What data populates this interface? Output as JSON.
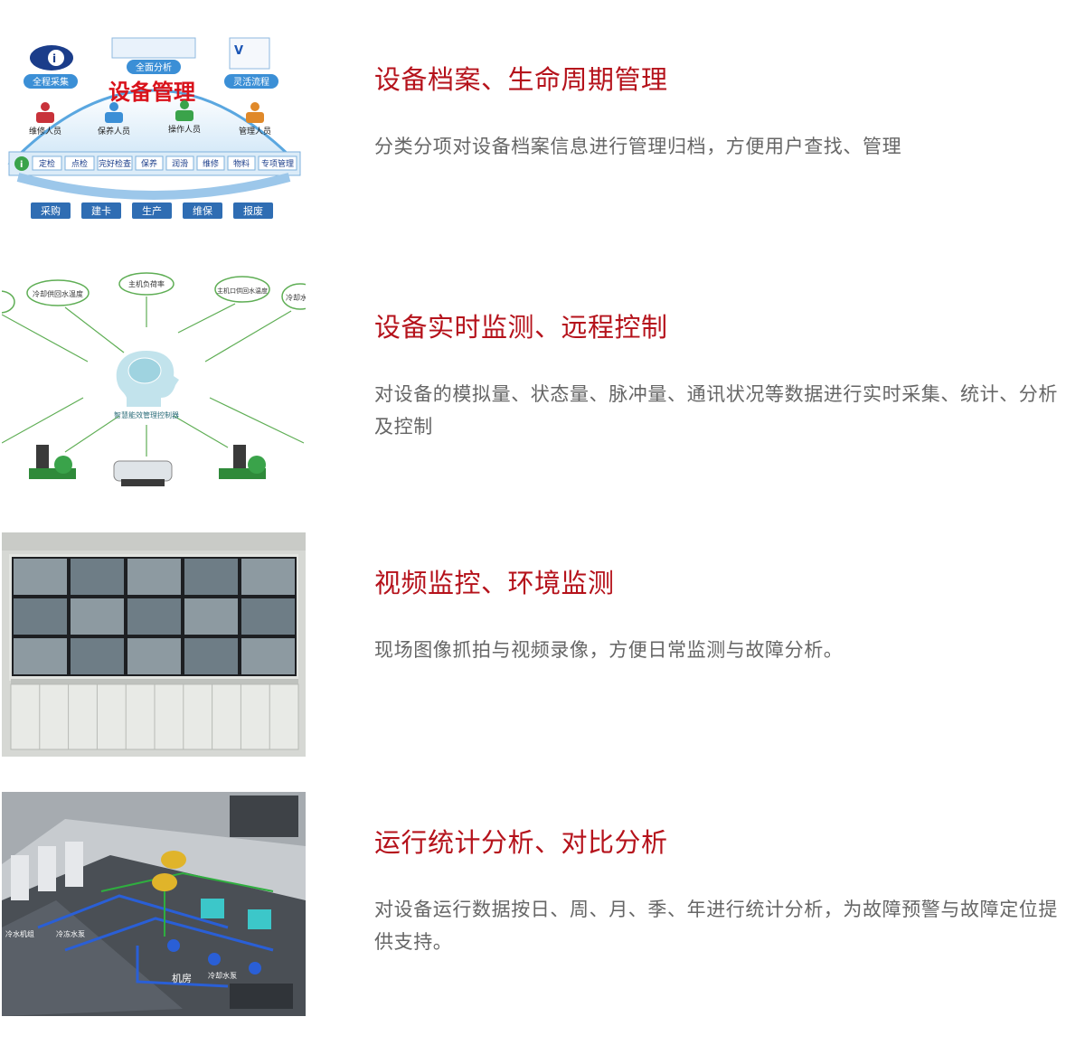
{
  "features": [
    {
      "title": "设备档案、生命周期管理",
      "desc": "分类分项对设备档案信息进行管理归档，方便用户查找、管理",
      "diagram": {
        "center": "设备管理",
        "top_left": "全程采集",
        "top_mid": "全面分析",
        "top_right": "灵活流程",
        "people": [
          "维修人员",
          "保养人员",
          "操作人员",
          "管理人员"
        ],
        "tasks": [
          "定检",
          "点检",
          "完好检查",
          "保养",
          "润滑",
          "维修",
          "物料",
          "专项管理"
        ],
        "steps": [
          "采购",
          "建卡",
          "生产",
          "维保",
          "报废"
        ]
      }
    },
    {
      "title": "设备实时监测、远程控制",
      "desc": "对设备的模拟量、状态量、脉冲量、通讯状况等数据进行实时采集、统计、分析及控制",
      "diagram": {
        "clouds": [
          "冷却供回水温度",
          "主机负荷率",
          "主机口供回水温度",
          "冷却水"
        ],
        "controller": "智慧能效管理控制器"
      }
    },
    {
      "title": "视频监控、环境监测",
      "desc": "现场图像抓拍与视频录像，方便日常监测与故障分析。"
    },
    {
      "title": "运行统计分析、对比分析",
      "desc": "对设备运行数据按日、周、月、季、年进行统计分析，为故障预警与故障定位提供支持。",
      "diagram": {
        "labels": [
          "机房",
          "冷冻水泵",
          "冷却水泵",
          "冷水机组"
        ]
      }
    }
  ]
}
